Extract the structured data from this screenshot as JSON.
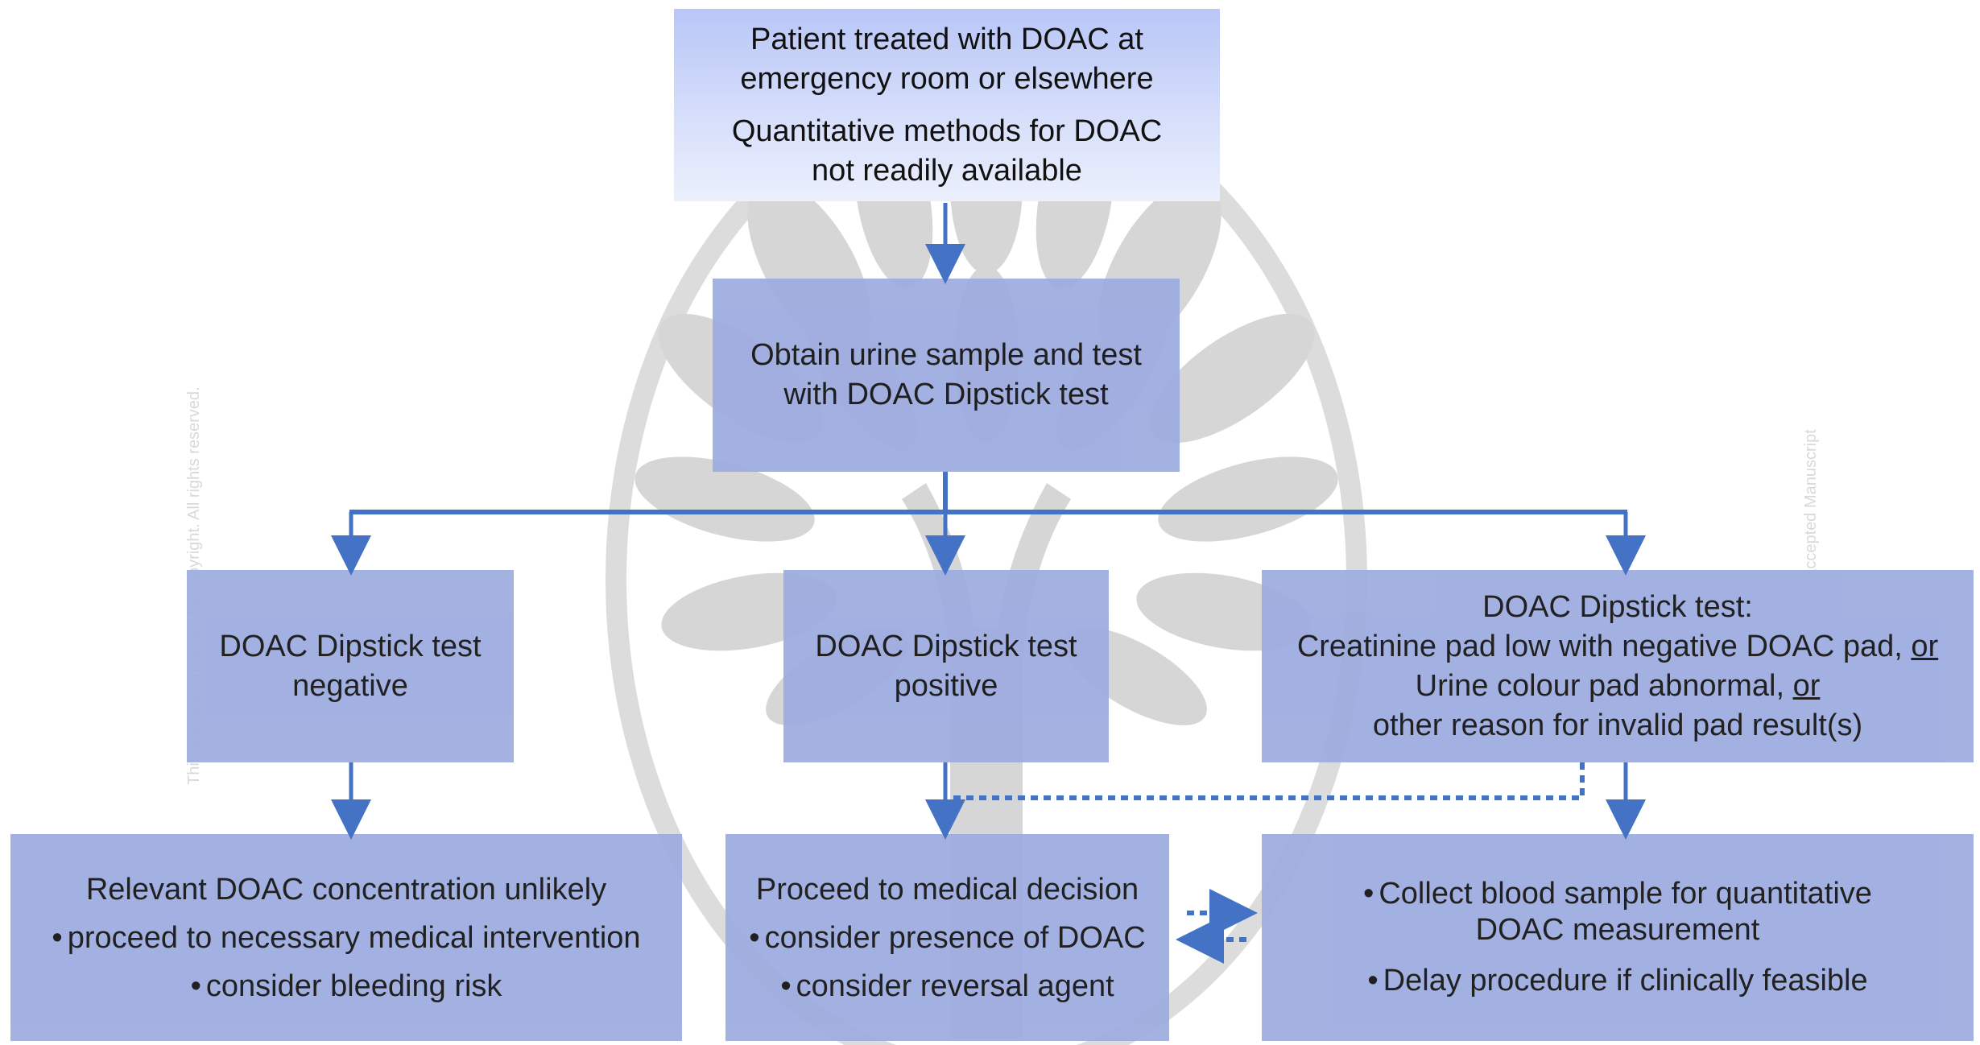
{
  "watermark": {
    "left_text": "This article is protected by copyright. All rights reserved.",
    "right_text": "Accepted Manuscript",
    "logo_icon": "tree-in-oval-watermark-icon"
  },
  "boxes": {
    "start": {
      "line1": "Patient treated with DOAC at",
      "line2": "emergency room or elsewhere",
      "line3": "Quantitative methods for DOAC",
      "line4": "not readily available"
    },
    "urine": {
      "line1": "Obtain urine sample and test",
      "line2": "with DOAC Dipstick test"
    },
    "negative": {
      "line1": "DOAC Dipstick test",
      "line2": "negative"
    },
    "positive": {
      "line1": "DOAC Dipstick test",
      "line2": "positive"
    },
    "invalid": {
      "line1": "DOAC Dipstick test:",
      "line2_text": "Creatinine pad low with negative DOAC pad, ",
      "line2_or": "or",
      "line3_text": "Urine colour pad abnormal, ",
      "line3_or": "or",
      "line4": "other reason for invalid pad result(s)"
    },
    "unlikely": {
      "heading": "Relevant DOAC concentration unlikely",
      "bullet1": "proceed to necessary medical intervention",
      "bullet2": "consider bleeding risk"
    },
    "decision": {
      "heading": "Proceed to medical decision",
      "bullet1": "consider presence of DOAC",
      "bullet2": "consider reversal agent"
    },
    "blood": {
      "bullet1_line1": "Collect blood sample for quantitative",
      "bullet1_line2": "DOAC measurement",
      "bullet2": "Delay procedure if clinically feasible"
    }
  },
  "colors": {
    "arrow": "#4472c4",
    "box_fill": "#9dace0",
    "top_box_gradient_top": "#b9c6f7",
    "top_box_gradient_bottom": "#ecf0fd",
    "watermark": "#d9d9d9"
  }
}
